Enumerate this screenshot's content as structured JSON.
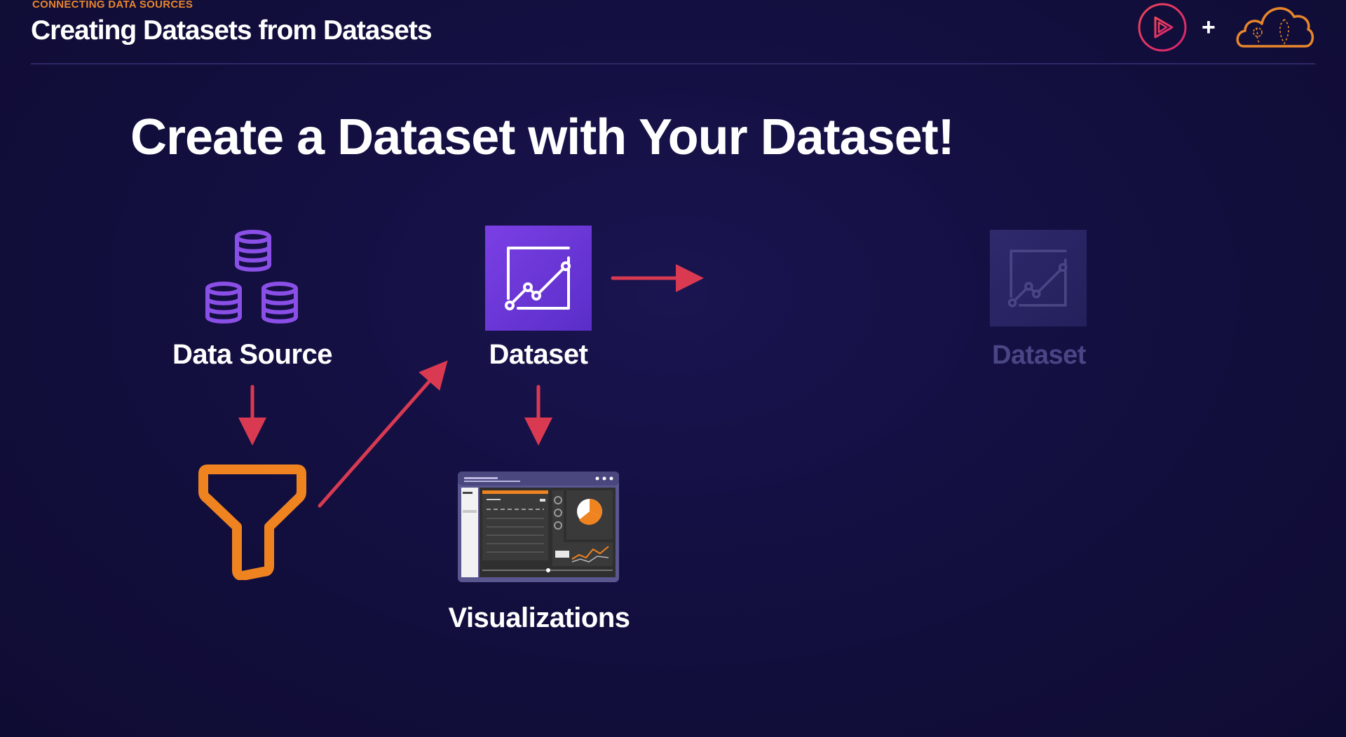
{
  "header": {
    "section_label": "CONNECTING DATA SOURCES",
    "deck_title": "Creating Datasets from Datasets"
  },
  "slide": {
    "headline": "Create a Dataset with Your Dataset!"
  },
  "nodes": {
    "data_source": "Data Source",
    "dataset": "Dataset",
    "visualizations": "Visualizations",
    "future_dataset": "Dataset"
  },
  "icons": {
    "brand_logo": "pluralsight-play-icon",
    "cloud_logo": "cloud-icon",
    "data_source": "database-stack-icon",
    "dataset": "dataset-chart-icon",
    "filter": "funnel-icon",
    "visualizations": "dashboard-icon"
  },
  "colors": {
    "background": "#130f40",
    "accent_orange": "#e8862c",
    "arrow_red": "#d93a52",
    "dataset_purple": "#6c36d8",
    "database_purple": "#8a4fe6",
    "ghost": "#4a4685"
  }
}
